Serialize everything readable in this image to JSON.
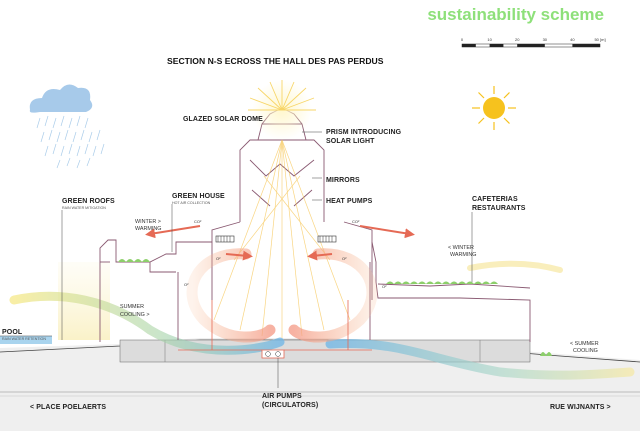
{
  "title": "sustainability scheme",
  "section_title": "SECTION N-S ECROSS THE HALL DES PAS PERDUS",
  "scale": {
    "ticks": [
      "0",
      "10",
      "20",
      "30",
      "40",
      "50 [m]"
    ]
  },
  "labels": {
    "glazed_dome": "GLAZED SOLAR DOME",
    "prism_1": "PRISM INTRODUCING",
    "prism_2": "SOLAR LIGHT",
    "mirrors": "MIRRORS",
    "heat_pumps": "HEAT PUMPS",
    "green_roofs": "GREEN ROOFS",
    "green_roofs_sub": "RAIN WATER MITIGATION",
    "green_house": "GREEN HOUSE",
    "green_house_sub": "HOT AIR COLLECTION",
    "cafeterias": "CAFETERIAS",
    "restaurants": "RESTAURANTS",
    "winter_warming_left_1": "WINTER >",
    "winter_warming_left_2": "WARMING",
    "winter_warming_right_1": "< WINTER",
    "winter_warming_right_2": "WARMING",
    "summer_cooling_left_1": "SUMMER",
    "summer_cooling_left_2": "COOLING >",
    "summer_cooling_right_1": "< SUMMER",
    "summer_cooling_right_2": "COOLING",
    "pool": "POOL",
    "pool_sub": "RAIN WATER RETENTION",
    "air_pumps_1": "AIR PUMPS",
    "air_pumps_2": "(CIRCULATORS)",
    "place_poelaerts": "< PLACE POELAERTS",
    "rue_wijnants": "RUE WIJNANTS >",
    "co2": "CO²",
    "o2": "O²"
  },
  "colors": {
    "title_green": "#8ee07a",
    "sun": "#f6c21e",
    "sun_rays": "#f7d25a",
    "warm_flow": "#f29a8a",
    "cool_flow": "#6fb6e6",
    "arrow_red": "#e56a55",
    "building_outline": "#8a5a72",
    "greenery": "#8ccf6a",
    "ground": "#d9d9d9",
    "pool_water": "#9ad0ee",
    "rain_cloud": "#8bb8e0"
  },
  "icons": [
    "sun-icon",
    "rain-cloud-icon",
    "air-pump-icon",
    "heat-pump-icon"
  ]
}
